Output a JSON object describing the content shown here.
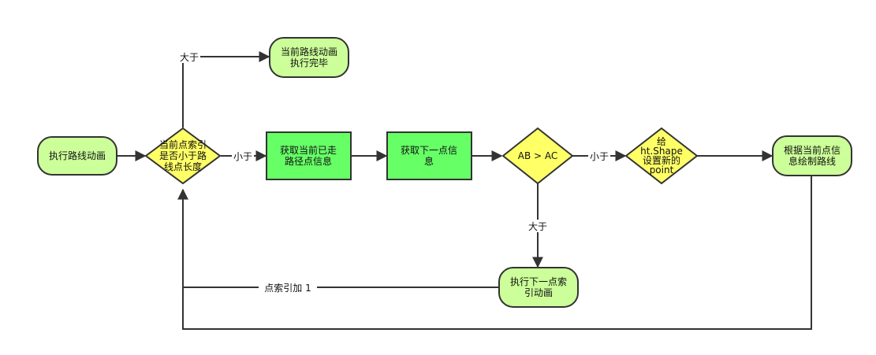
{
  "colors": {
    "terminal_fill": "#ccff99",
    "process_fill": "#66ff66",
    "decision_fill": "#ffff66",
    "stroke": "#333333",
    "line": "#333333"
  },
  "nodes": {
    "start": {
      "lines": [
        "执行路线动画"
      ]
    },
    "check_index": {
      "lines": [
        "当前点索引",
        "是否小于路",
        "线点长度"
      ]
    },
    "finished": {
      "lines": [
        "当前路线动画",
        "执行完毕"
      ]
    },
    "get_current": {
      "lines": [
        "获取当前已走",
        "路径点信息"
      ]
    },
    "get_next": {
      "lines": [
        "获取下一点信",
        "息"
      ]
    },
    "compare": {
      "lines": [
        "AB > AC"
      ]
    },
    "set_point": {
      "lines": [
        "给",
        "ht.Shape",
        "设置新的",
        "point"
      ]
    },
    "draw_route": {
      "lines": [
        "根据当前点信",
        "息绘制路线"
      ]
    },
    "next_anim": {
      "lines": [
        "执行下一点索",
        "引动画"
      ]
    }
  },
  "edge_labels": {
    "greater_top": "大于",
    "less_1": "小于",
    "less_2": "小于",
    "greater_down": "大于",
    "increment": "点索引加 1"
  }
}
